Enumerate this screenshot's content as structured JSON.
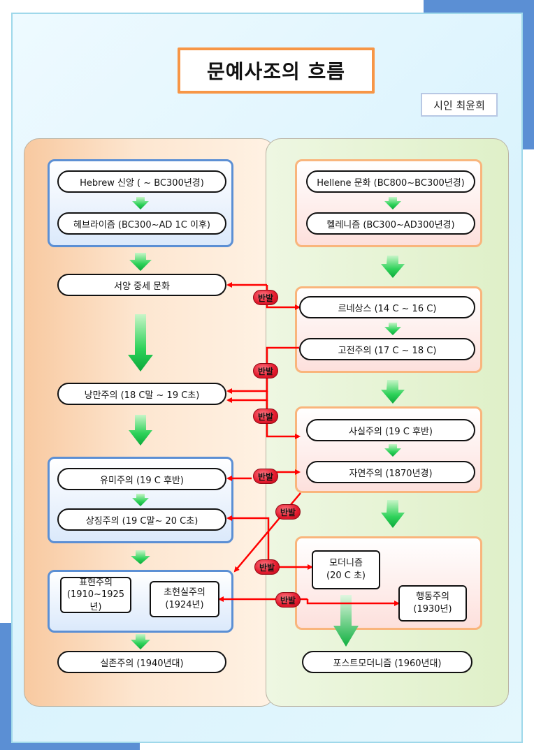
{
  "title": "문예사조의 흐름",
  "author": "시인 최윤희",
  "colors": {
    "frame_border": "#9fd8ea",
    "deco_blue": "#5b8fd4",
    "title_border": "#f79646",
    "group_blue": "#5b8fd4",
    "group_orange": "#f9b57c",
    "arrow_red": "#ff0000",
    "arrow_green": "#19c84a"
  },
  "left": {
    "hebrew": "Hebrew 신앙 ( ~ BC300년경)",
    "hebraism": "헤브라이즘 (BC300~AD 1C 이후)",
    "medieval": "서양 중세 문화",
    "romanticism": "낭만주의 (18 C말 ~ 19 C초)",
    "aestheticism": "유미주의 (19 C 후반)",
    "symbolism": "상징주의 (19 C말~ 20 C초)",
    "expressionism_line1": "표현주의",
    "expressionism_line2": "(1910~1925년)",
    "surrealism_line1": "초현실주의",
    "surrealism_line2": "(1924년)",
    "existentialism": "실존주의 (1940년대)"
  },
  "right": {
    "hellene": "Hellene 문화 (BC800~BC300년경)",
    "hellenism": "헬레니즘 (BC300~AD300년경)",
    "renaissance": "르네상스 (14 C ~ 16 C)",
    "classicism": "고전주의 (17 C ~ 18 C)",
    "realism": "사실주의 (19 C 후반)",
    "naturalism": "자연주의 (1870년경)",
    "modernism_line1": "모더니즘",
    "modernism_line2": "(20 C 초)",
    "activism_line1": "행동주의",
    "activism_line2": "(1930년)",
    "postmodernism": "포스트모더니즘 (1960년대)"
  },
  "reaction_label": "반발"
}
